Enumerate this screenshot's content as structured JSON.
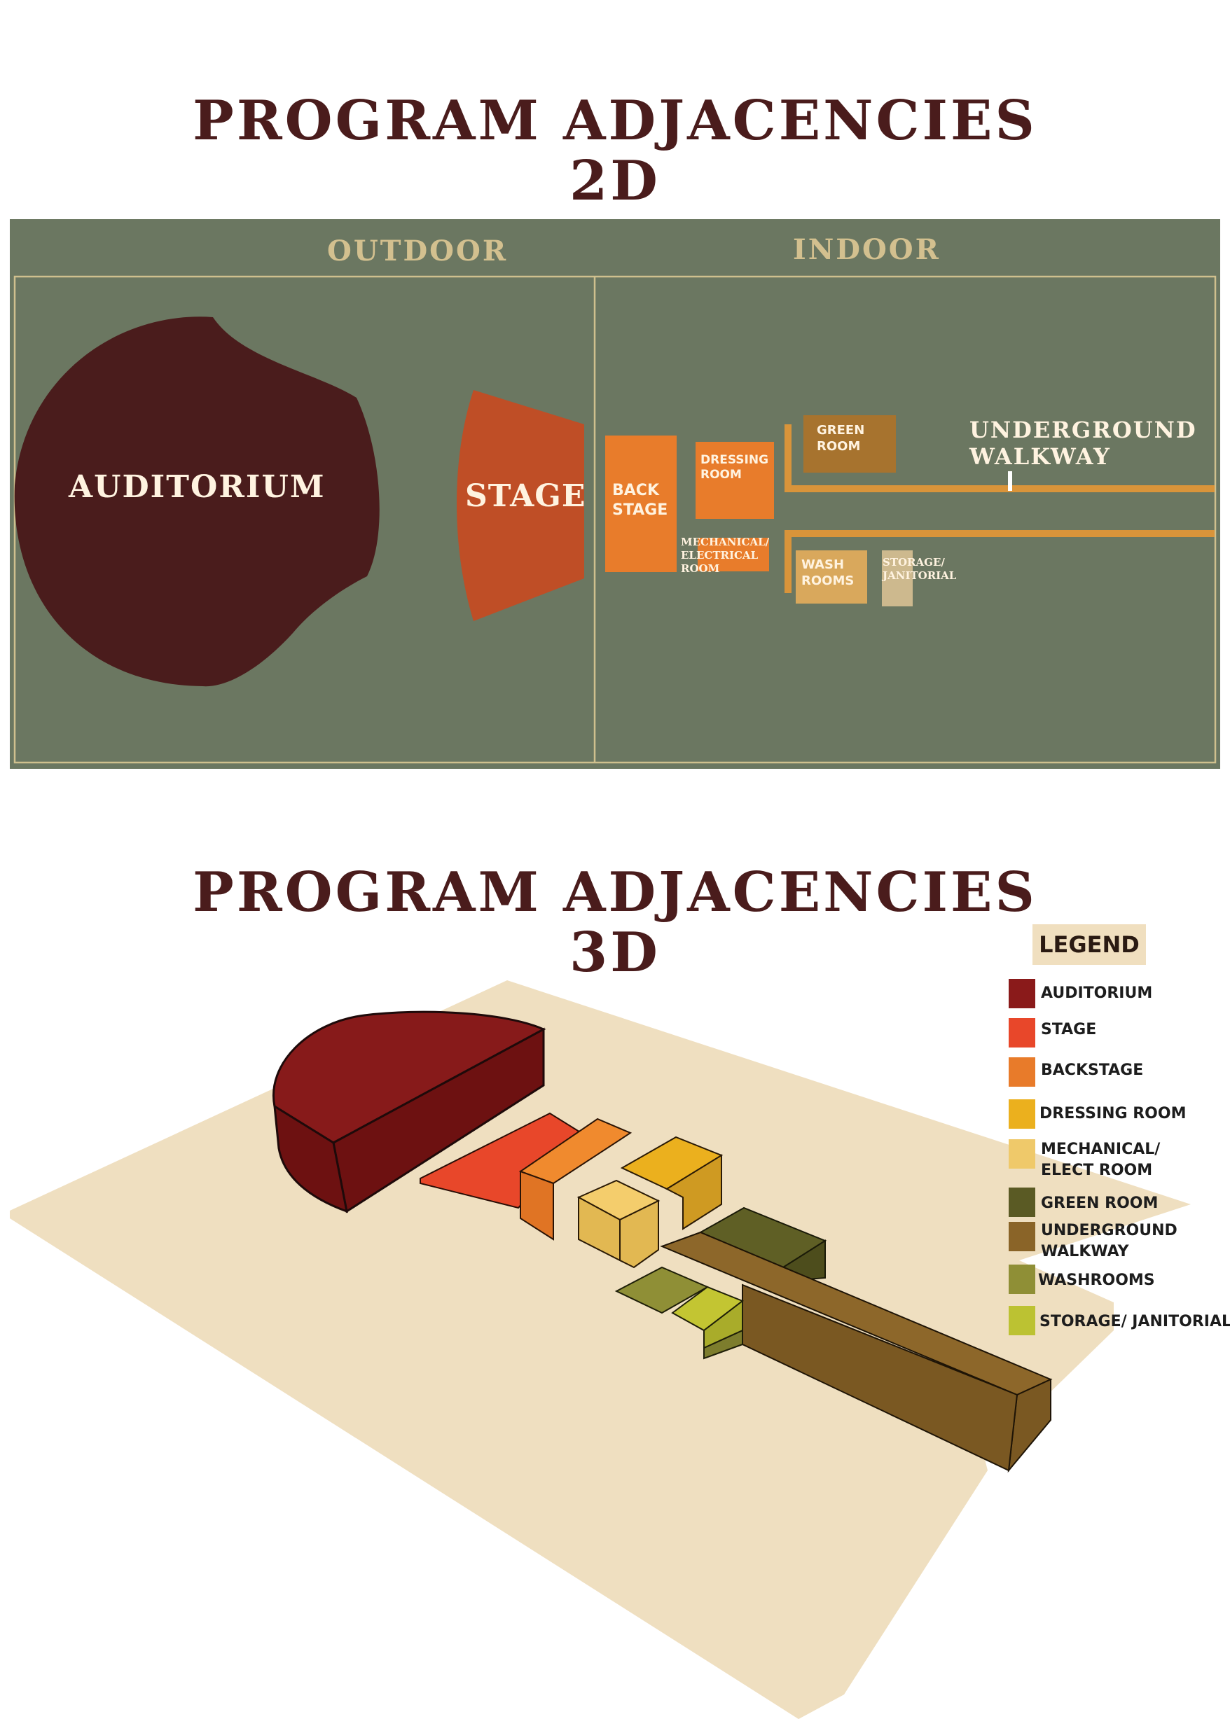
{
  "title_2d": {
    "line1": "PROGRAM ADJACENCIES",
    "line2": "2D"
  },
  "title_3d": {
    "line1": "PROGRAM ADJACENCIES",
    "line2": "3D"
  },
  "plan_2d": {
    "zones": {
      "outdoor": "OUTDOOR",
      "indoor": "INDOOR"
    },
    "labels": {
      "auditorium": "AUDITORIUM",
      "stage": "STAGE",
      "backstage_l1": "BACK",
      "backstage_l2": "STAGE",
      "dressing_l1": "DRESSING",
      "dressing_l2": "ROOM",
      "green_l1": "GREEN",
      "green_l2": "ROOM",
      "walkway_l1": "UNDERGROUND",
      "walkway_l2": "WALKWAY",
      "mech_l1": "MECHANICAL/",
      "mech_l2": "ELECTRICAL",
      "mech_l3": "ROOM",
      "wash_l1": "WASH",
      "wash_l2": "ROOMS",
      "storage_l1": "STORAGE/",
      "storage_l2": "JANITORIAL"
    },
    "colors": {
      "background": "#6b7761",
      "auditorium": "#4a1c1c",
      "stage": "#bf4e26",
      "backstage": "#e87c2b",
      "dressing": "#e87c2b",
      "mechanical": "#e87c2b",
      "green_room": "#a7732e",
      "walkway": "#d9943a",
      "washrooms": "#d9a85c",
      "storage": "#cdb98e",
      "zone_text": "#d3c08f"
    }
  },
  "legend": {
    "title": "LEGEND",
    "items": [
      {
        "label": "AUDITORIUM",
        "color": "#8a1a1a"
      },
      {
        "label": "STAGE",
        "color": "#e8472a"
      },
      {
        "label": "BACKSTAGE",
        "color": "#e87b2a"
      },
      {
        "label": "DRESSING ROOM",
        "color": "#ebb01e"
      },
      {
        "label": "MECHANICAL/",
        "label2": "ELECT ROOM",
        "color": "#efc96a"
      },
      {
        "label": "GREEN ROOM",
        "color": "#5a5a24"
      },
      {
        "label": "UNDERGROUND",
        "label2": "WALKWAY",
        "color": "#8a6428"
      },
      {
        "label": "WASHROOMS",
        "color": "#8f8f36"
      },
      {
        "label": "STORAGE/ JANITORIAL",
        "color": "#bcc232"
      }
    ]
  },
  "model_3d": {
    "colors": {
      "ground": "#efdfc0",
      "auditorium_top": "#871a1a",
      "auditorium_side": "#6d1111",
      "stage": "#e8472a",
      "backstage_top": "#f08a2e",
      "backstage_side": "#e07424",
      "dressing_top": "#ebb01e",
      "dressing_side": "#cf9a22",
      "mech_top": "#f4cd6c",
      "mech_side": "#e2b852",
      "green_top": "#5f5f25",
      "green_side": "#4d4d1c",
      "walkway_top": "#8d672a",
      "walkway_side": "#7a5822",
      "wash_top": "#8f8f36",
      "wash_side": "#7d7d2d",
      "storage_top": "#c3c532",
      "storage_side": "#a9ac2a"
    }
  }
}
